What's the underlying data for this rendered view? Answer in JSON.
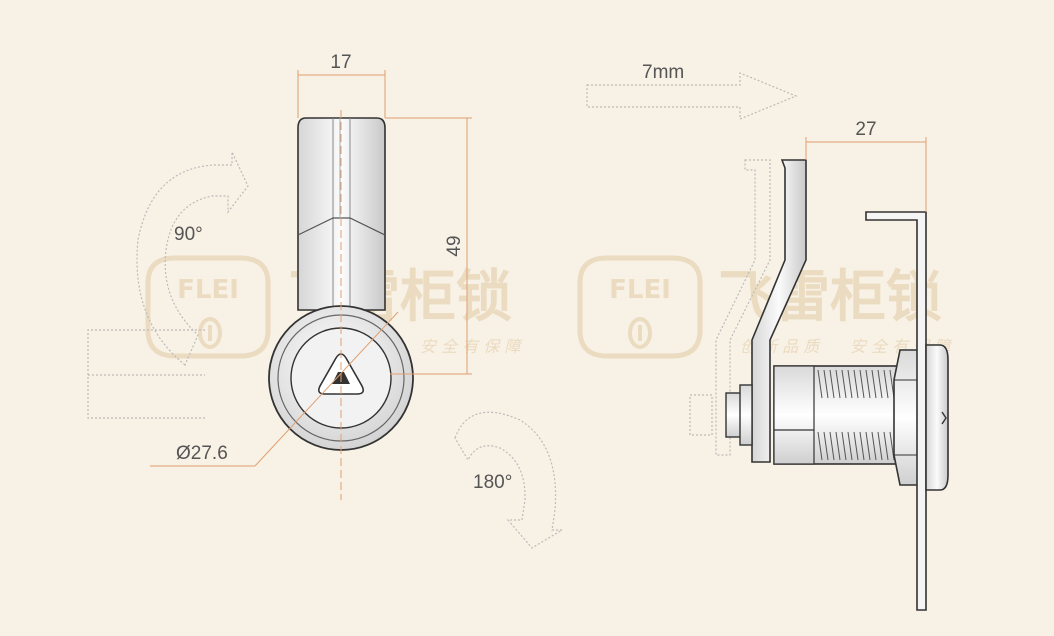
{
  "watermark": {
    "brand": "FLEI",
    "chinese_name": "飞雷柜锁",
    "slogan_left": "创 新 品 质",
    "slogan_right": "安 全 有 保 障"
  },
  "dimensions": {
    "width_top": "17",
    "height": "49",
    "diameter": "Ø27.6",
    "offset": "7mm",
    "length": "27"
  },
  "rotation": {
    "first": "90°",
    "second": "180°"
  },
  "colors": {
    "background": "#f8f1e5",
    "dimension_line": "#e0a070",
    "outline": "#333333",
    "dotted": "#bbbbbb",
    "watermark": "#ead9bd"
  }
}
